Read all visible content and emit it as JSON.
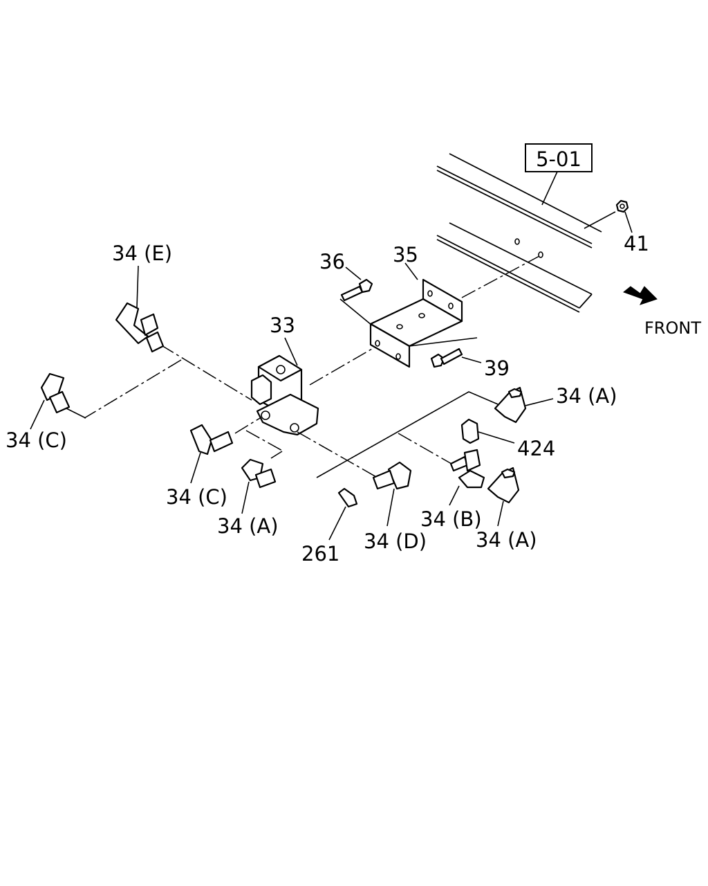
{
  "reference": {
    "box_label": "5-01"
  },
  "direction": {
    "label": "FRONT"
  },
  "callouts": {
    "c41": "41",
    "c36": "36",
    "c35": "35",
    "c33": "33",
    "c39": "39",
    "c424": "424",
    "c261": "261",
    "c34E": "34 (E)",
    "c34C_left": "34 (C)",
    "c34C_mid": "34 (C)",
    "c34A_mid": "34 (A)",
    "c34A_top": "34 (A)",
    "c34A_bottom": "34 (A)",
    "c34B": "34 (B)",
    "c34D": "34 (D)"
  }
}
